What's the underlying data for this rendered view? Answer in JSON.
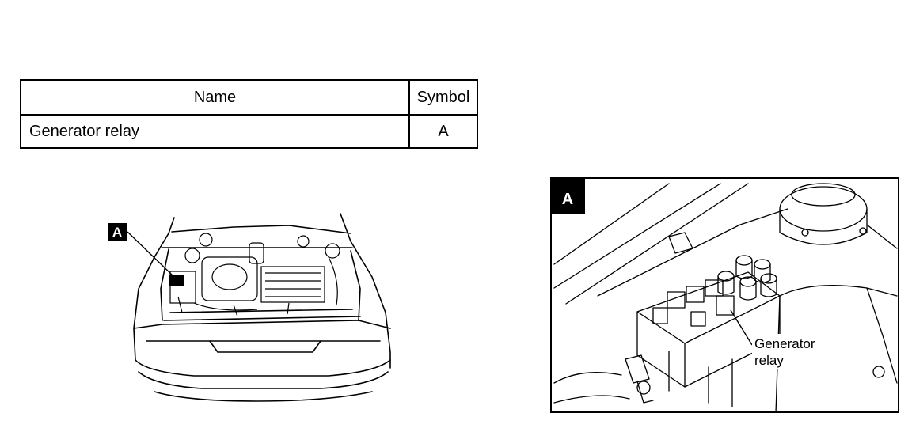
{
  "table": {
    "headers": {
      "name": "Name",
      "symbol": "Symbol"
    },
    "rows": [
      {
        "name": "Generator relay",
        "symbol": "A"
      }
    ]
  },
  "figure_overview": {
    "marker": "A"
  },
  "figure_detail": {
    "marker": "A",
    "callout_line1": "Generator",
    "callout_line2": "relay"
  }
}
